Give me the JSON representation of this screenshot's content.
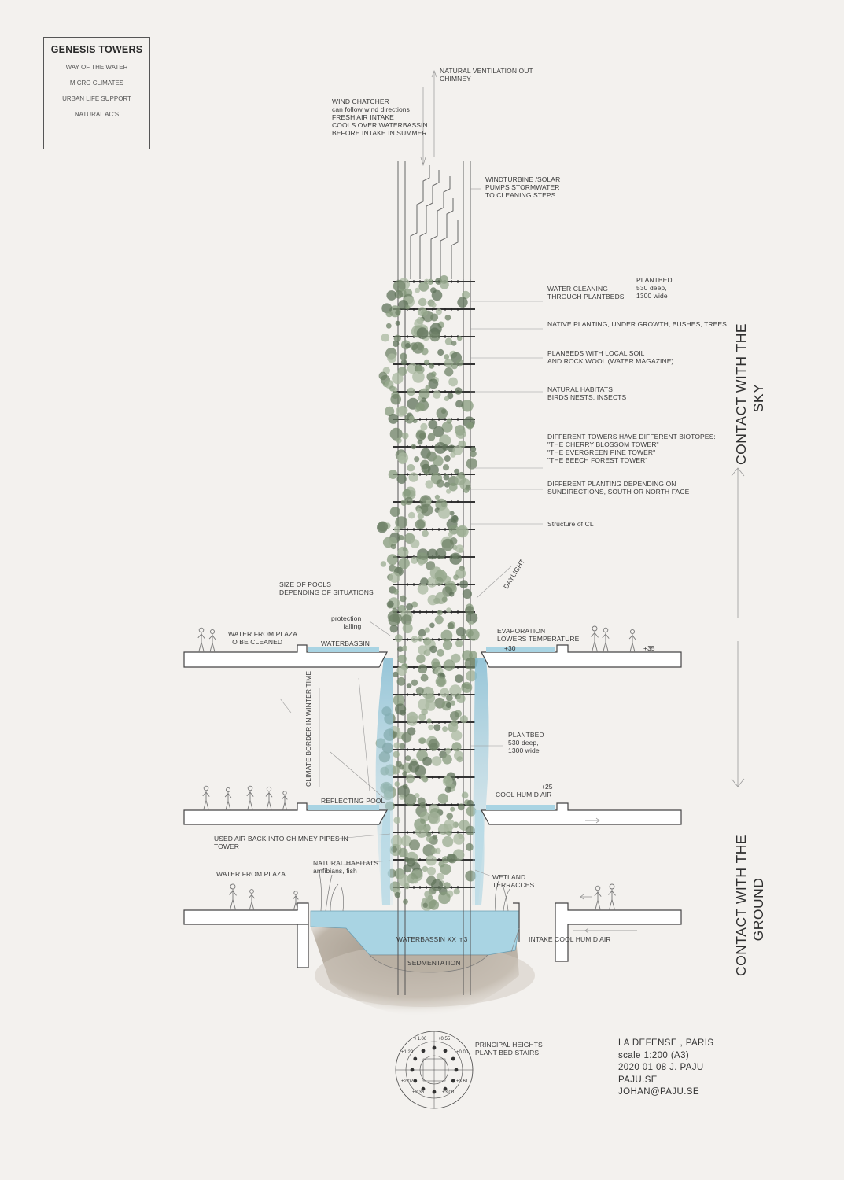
{
  "legend": {
    "title": "GENESIS TOWERS",
    "items": [
      "WAY OF THE WATER",
      "MICRO CLIMATES",
      "URBAN LIFE SUPPORT",
      "NATURAL AC's"
    ]
  },
  "side_labels": {
    "sky": [
      "CONTACT WITH THE",
      "SKY"
    ],
    "ground": [
      "CONTACT WITH THE",
      "GROUND"
    ]
  },
  "annotations": {
    "ventilation": [
      "NATURAL VENTILATION OUT",
      "CHIMNEY"
    ],
    "wind_catcher": [
      "WIND CHATCHER",
      "can follow wind directions",
      "FRESH AIR INTAKE",
      "COOLS OVER WATERBASSIN",
      "BEFORE INTAKE IN SUMMER"
    ],
    "windturbine": [
      "WINDTURBINE /SOLAR",
      "PUMPS STORMWATER",
      "TO CLEANING STEPS"
    ],
    "water_cleaning": [
      "WATER CLEANING",
      "THROUGH PLANTBEDS"
    ],
    "plantbed_top": [
      "PLANTBED",
      "530 deep,",
      "1300 wide"
    ],
    "native_planting": [
      "NATIVE PLANTING, UNDER GROWTH, BUSHES, TREES"
    ],
    "planbeds_soil": [
      "PLANBEDS WITH LOCAL SOIL",
      "AND ROCK WOOL (WATER MAGAZINE)"
    ],
    "habitats_top": [
      "NATURAL HABITATS",
      "BIRDS NESTS, INSECTS"
    ],
    "biotopes": [
      "DIFFERENT TOWERS HAVE DIFFERENT BIOTOPES:",
      "\"THE CHERRY BLOSSOM TOWER\"",
      "\"THE EVERGREEN PINE TOWER\"",
      "\"THE BEECH FOREST TOWER\""
    ],
    "planting_sun": [
      "DIFFERENT PLANTING DEPENDING ON",
      "SUNDIRECTIONS, SOUTH OR NORTH FACE"
    ],
    "structure": [
      "Structure of CLT"
    ],
    "size_pools": [
      "SIZE OF POOLS",
      "DEPENDING OF SITUATIONS"
    ],
    "daylight": "DAYLIGHT",
    "protection": [
      "protection",
      "falling"
    ],
    "water_plaza_clean": [
      "WATER FROM PLAZA",
      "TO BE CLEANED"
    ],
    "waterbassin": "WATERBASSIN",
    "evaporation": [
      "EVAPORATION",
      "LOWERS TEMPERATURE"
    ],
    "level_30": "+30",
    "level_35": "+35",
    "climate_border": "CLIMATE BORDER IN WINTER TIME",
    "plantbed_mid": [
      "PLANTBED",
      "530 deep,",
      "1300 wide"
    ],
    "reflecting_pool": "REFLECTING POOL",
    "level_25": "+25",
    "cool_humid": "COOL HUMID AIR",
    "used_air": [
      "USED AIR BACK INTO CHIMNEY PIPES IN",
      "TOWER"
    ],
    "water_plaza": "WATER FROM PLAZA",
    "habitats_bottom": [
      "NATURAL HABITATS",
      "amfibians, fish"
    ],
    "wetland": [
      "WETLAND",
      "TERRACCES"
    ],
    "waterbassin_volume": "WATERBASSIN XX m3",
    "intake": "INTAKE COOL HUMID AIR",
    "sedimentation": "SEDMENTATION",
    "principal_heights": [
      "PRINCIPAL HEIGHTS",
      "PLANT BED STAIRS"
    ]
  },
  "stair_heights": [
    "+1.06",
    "+0.55",
    "+0.00",
    "+1.29",
    "+2.02",
    "+2.35",
    "+3.00",
    "+3.61"
  ],
  "credits": [
    "LA DEFENSE , PARIS",
    "scale 1:200 (A3)",
    "2020 01 08 J. PAJU",
    "PAJU.SE",
    "JOHAN@PAJU.SE"
  ],
  "colors": {
    "background": "#f3f1ee",
    "ink": "#333333",
    "water": "#a9d4e3",
    "foliage": "#7d8f74",
    "soil": "#a99f92"
  }
}
